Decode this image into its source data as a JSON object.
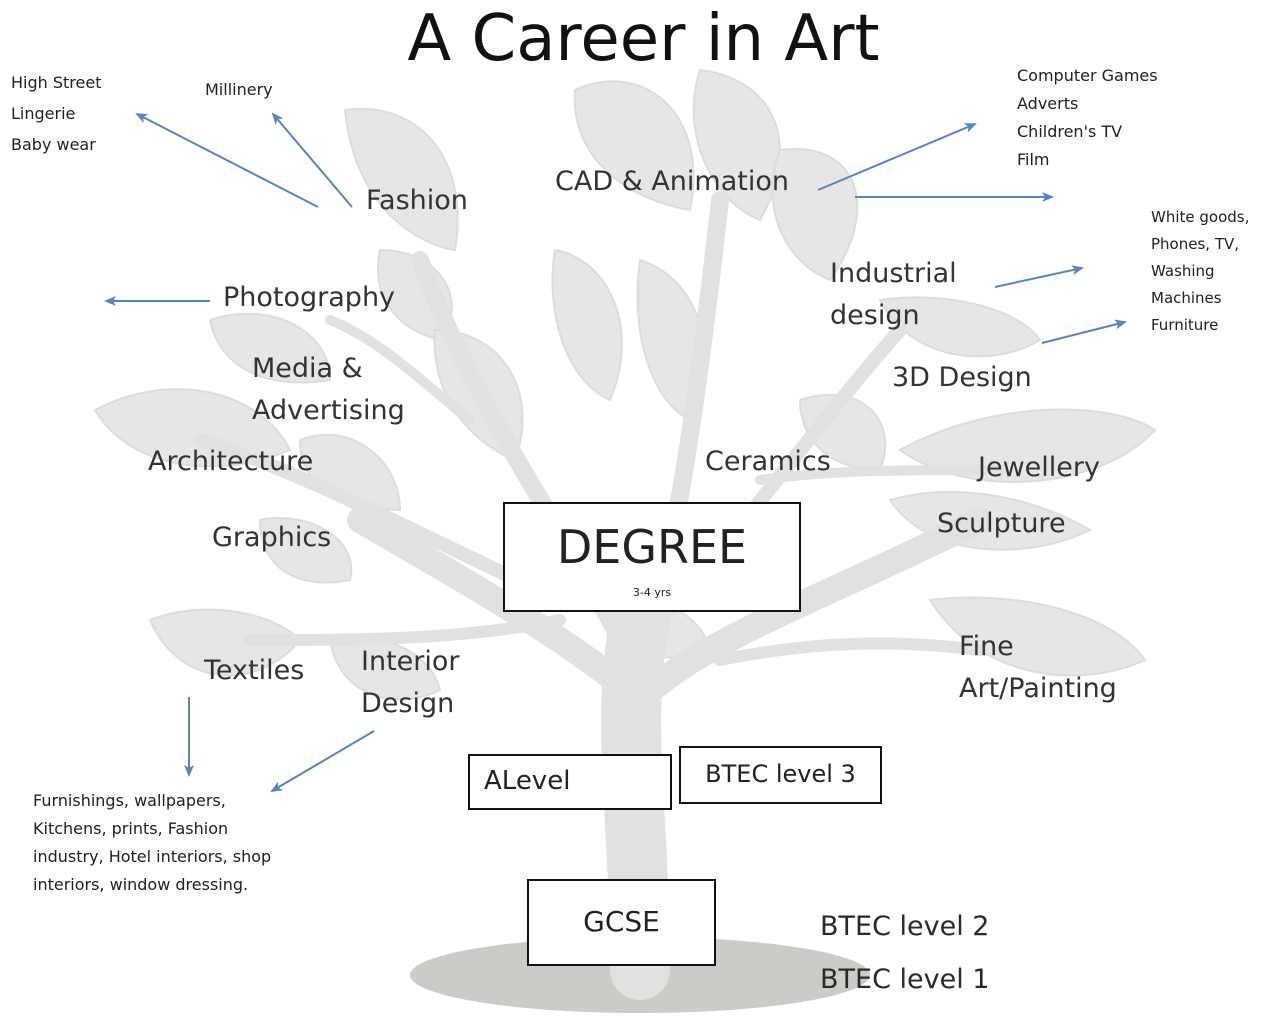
{
  "title": "A Career in Art",
  "center": {
    "label": "DEGREE",
    "sublabel": "3-4 yrs"
  },
  "qualifications": {
    "alevel": "ALevel",
    "btec3": "BTEC level 3",
    "gcse": "GCSE",
    "btec2": "BTEC level 2",
    "btec1": "BTEC level 1"
  },
  "careers": {
    "fashion": "Fashion",
    "cad": "CAD & Animation",
    "industrial": [
      "Industrial",
      "design"
    ],
    "photography": "Photography",
    "media": [
      "Media &",
      "Advertising"
    ],
    "design3d": "3D Design",
    "architecture": "Architecture",
    "ceramics": "Ceramics",
    "jewellery": "Jewellery",
    "graphics": "Graphics",
    "sculpture": "Sculpture",
    "textiles": "Textiles",
    "interior": [
      "Interior",
      "Design"
    ],
    "fineart": [
      "Fine",
      "Art/Painting"
    ]
  },
  "examples": {
    "fashion_types": [
      "High Street",
      "Lingerie",
      "Baby wear"
    ],
    "millinery": "Millinery",
    "cad_uses": [
      "Computer Games",
      "Adverts",
      "Children's  TV",
      "Film"
    ],
    "industrial_products": [
      "White goods,",
      "Phones,  TV,",
      "Washing",
      "Machines",
      "Furniture"
    ],
    "interiors": "Furnishings, wallpapers, Kitchens, prints, Fashion industry, Hotel interiors, shop interiors, window dressing."
  },
  "colors": {
    "arrow": "#5b85b8",
    "tree": "#e3e3e1",
    "tree_dark": "#d6d6d3",
    "ground": "#c9c9c6",
    "box_border": "#111111"
  }
}
